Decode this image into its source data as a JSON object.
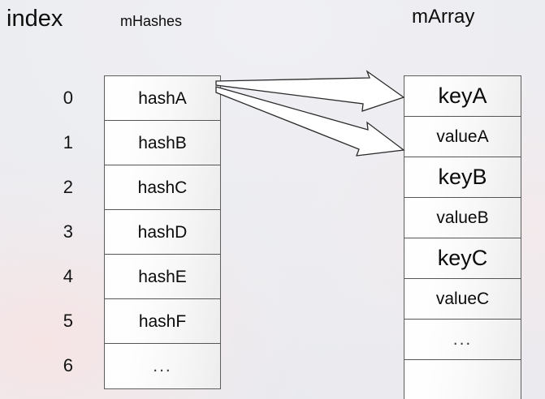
{
  "headers": {
    "index": "index",
    "mhashes": "mHashes",
    "marray": "mArray"
  },
  "index_column": {
    "values": [
      "0",
      "1",
      "2",
      "3",
      "4",
      "5",
      "6"
    ]
  },
  "mhashes_table": {
    "rows": [
      {
        "text": "hashA"
      },
      {
        "text": "hashB"
      },
      {
        "text": "hashC"
      },
      {
        "text": "hashD"
      },
      {
        "text": "hashE"
      },
      {
        "text": "hashF"
      },
      {
        "text": "..."
      }
    ]
  },
  "marray_table": {
    "rows": [
      {
        "text": "keyA"
      },
      {
        "text": "valueA"
      },
      {
        "text": "keyB"
      },
      {
        "text": "valueB"
      },
      {
        "text": "keyC"
      },
      {
        "text": "valueC"
      },
      {
        "text": "..."
      },
      {
        "text": ""
      }
    ]
  },
  "arrows": [
    {
      "from": "hashA",
      "to": "keyA"
    },
    {
      "from": "hashA",
      "to": "valueA"
    }
  ],
  "colors": {
    "border": "#5e5e5e",
    "text": "#0a0a0a",
    "arrow_stroke": "#2b2b2b",
    "arrow_fill": "#ffffff",
    "background": "#eceef1"
  }
}
